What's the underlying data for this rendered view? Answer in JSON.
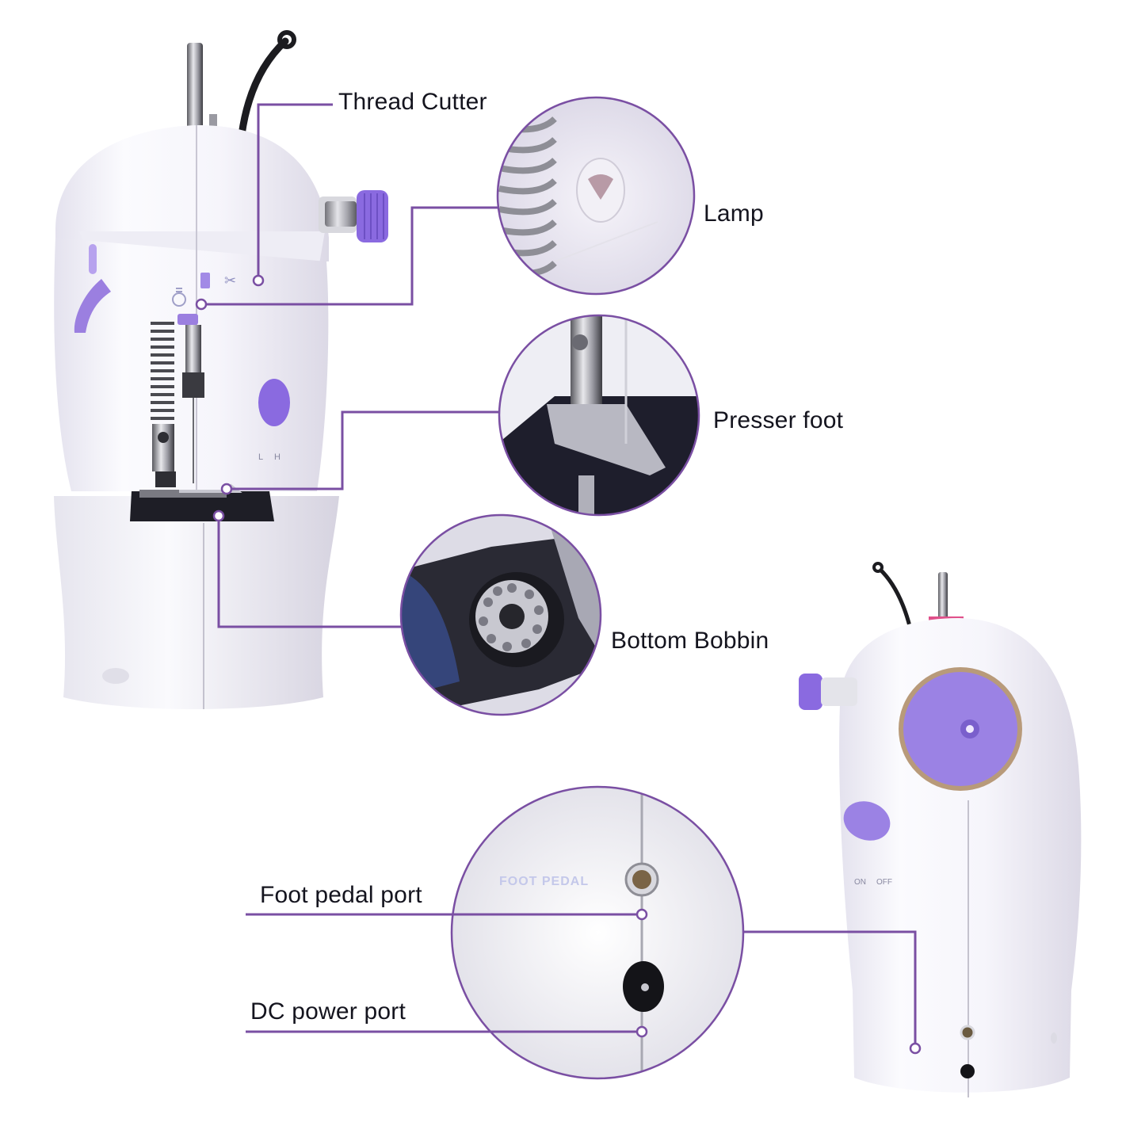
{
  "diagram": {
    "subject": "Mini portable sewing machine",
    "accent_color": "#7a4fa3",
    "machine_purple": "#9b7fe0",
    "labels": [
      {
        "id": "thread-cutter",
        "text": "Thread Cutter"
      },
      {
        "id": "lamp",
        "text": "Lamp"
      },
      {
        "id": "presser-foot",
        "text": "Presser foot"
      },
      {
        "id": "bottom-bobbin",
        "text": "Bottom Bobbin"
      },
      {
        "id": "foot-pedal-port",
        "text": "Foot pedal port"
      },
      {
        "id": "dc-power-port",
        "text": "DC power port"
      }
    ],
    "machine_markings": {
      "foot_pedal_text": "FOOT PEDAL",
      "switch_on": "ON",
      "switch_off": "OFF",
      "speed_low": "L",
      "speed_high": "H"
    }
  }
}
